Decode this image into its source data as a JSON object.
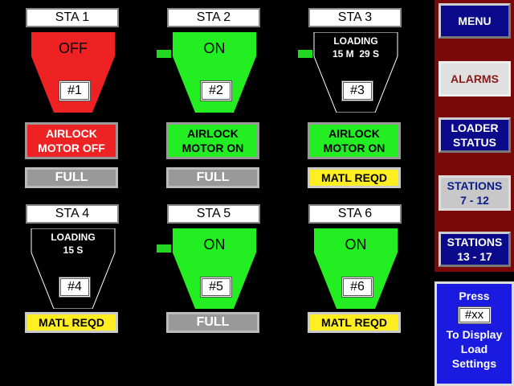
{
  "stations": [
    {
      "label": "STA 1",
      "hopper_state": "OFF",
      "number": "#1",
      "airlock": [
        "AIRLOCK",
        "MOTOR OFF"
      ],
      "status": "FULL"
    },
    {
      "label": "STA 2",
      "hopper_state": "ON",
      "number": "#2",
      "airlock": [
        "AIRLOCK",
        "MOTOR ON"
      ],
      "status": "FULL"
    },
    {
      "label": "STA 3",
      "loading": [
        "LOADING",
        "15 M  29 S"
      ],
      "number": "#3",
      "airlock": [
        "AIRLOCK",
        "MOTOR ON"
      ],
      "status": "MATL REQD"
    },
    {
      "label": "STA 4",
      "loading": [
        "LOADING",
        "15 S"
      ],
      "number": "#4",
      "status": "MATL REQD"
    },
    {
      "label": "STA 5",
      "hopper_state": "ON",
      "number": "#5",
      "status": "FULL"
    },
    {
      "label": "STA 6",
      "hopper_state": "ON",
      "number": "#6",
      "status": "MATL REQD"
    }
  ],
  "menu": {
    "menu": "MENU",
    "alarms": "ALARMS",
    "loader_status": [
      "LOADER",
      "STATUS"
    ],
    "stations_7_12": [
      "STATIONS",
      "7 - 12"
    ],
    "stations_13_17": [
      "STATIONS",
      "13 - 17"
    ]
  },
  "info": {
    "press": "Press",
    "xx": "#xx",
    "line1": "To Display",
    "line2": "Load",
    "line3": "Settings"
  },
  "colors": {
    "red": "#ee2222",
    "green": "#22ee22",
    "yellow": "#ffee22",
    "gray": "#999999",
    "navy": "#0a0a8a",
    "maroon": "#7a0a0a",
    "blue": "#1a1ae0"
  }
}
